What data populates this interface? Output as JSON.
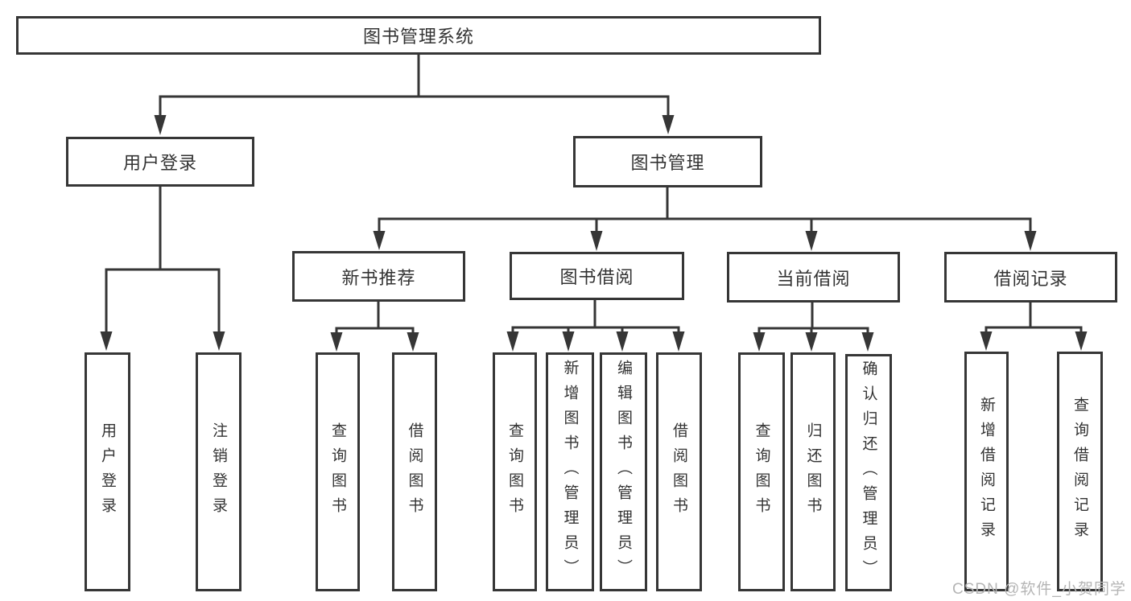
{
  "tree": {
    "label": "图书管理系统",
    "children": [
      {
        "label": "用户登录",
        "children": [
          {
            "label": "用户登录"
          },
          {
            "label": "注销登录"
          }
        ]
      },
      {
        "label": "图书管理",
        "children": [
          {
            "label": "新书推荐",
            "children": [
              {
                "label": "查询图书"
              },
              {
                "label": "借阅图书"
              }
            ]
          },
          {
            "label": "图书借阅",
            "children": [
              {
                "label": "查询图书"
              },
              {
                "label": "新增图书（管理员）"
              },
              {
                "label": "编辑图书（管理员）"
              },
              {
                "label": "借阅图书"
              }
            ]
          },
          {
            "label": "当前借阅",
            "children": [
              {
                "label": "查询图书"
              },
              {
                "label": "归还图书"
              },
              {
                "label": "确认归还（管理员）"
              }
            ]
          },
          {
            "label": "借阅记录",
            "children": [
              {
                "label": "新增借阅记录"
              },
              {
                "label": "查询借阅记录"
              }
            ]
          }
        ]
      }
    ]
  },
  "watermark": "CSDN @软件_小贺同学",
  "colors": {
    "line": "#363636",
    "text": "#333333",
    "watermark": "#b5b5b5",
    "background": "#ffffff"
  }
}
